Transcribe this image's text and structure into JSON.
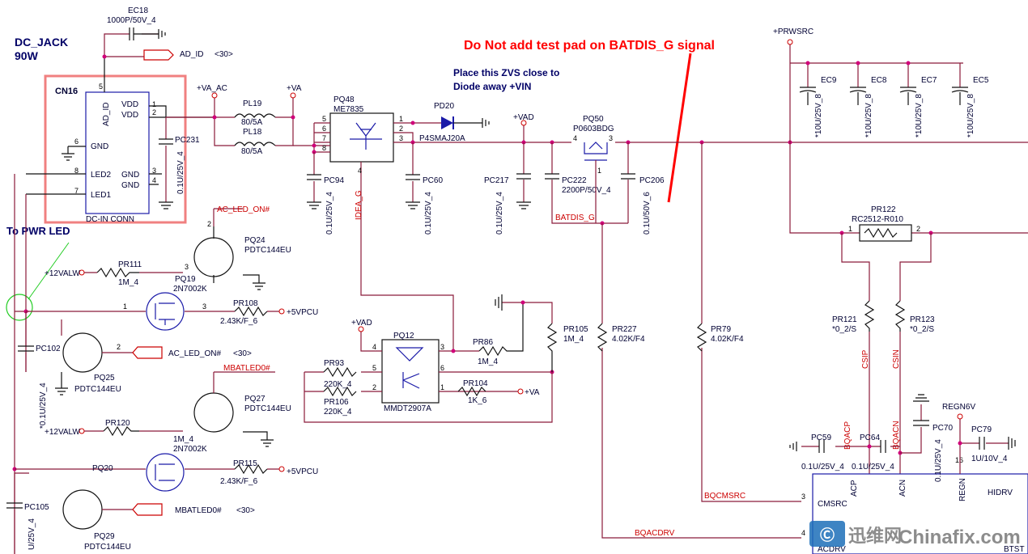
{
  "title": {
    "line1": "DC_JACK",
    "line2": "90W"
  },
  "notes": {
    "warning": "Do Not add test pad on BATDIS_G signal",
    "zvs1": "Place this ZVS close to",
    "zvs2": "Diode away +VIN",
    "pwr_led": "To PWR LED"
  },
  "connector": {
    "ref": "CN16",
    "name": "DC-IN CONN",
    "pins": {
      "ad_id": "AD_ID",
      "vdd1": "VDD",
      "vdd2": "VDD",
      "gnd": "GND",
      "led2": "LED2",
      "gnd2": "GND",
      "gnd3": "GND",
      "led1": "LED1"
    }
  },
  "nets": {
    "ad_id": "AD_ID",
    "ad_id_ref": "<30>",
    "va_ac": "+VA_AC",
    "va": "+VA",
    "vad": "+VAD",
    "prwsrc": "+PRWSRC",
    "ac_led_on": "AC_LED_ON#",
    "ac_led_on2": "AC_LED_ON#",
    "ac_led_ref": "<30>",
    "mbatled": "MBATLED0#",
    "mbatled2": "MBATLED0#",
    "mbatled_ref": "<30>",
    "v12a": "+12VALW",
    "v12b": "+12VALW",
    "v5a": "+5VPCU",
    "v5b": "+5VPCU",
    "batdis": "BATDIS_G",
    "idea_g": "IDEA_G",
    "va2": "+VA",
    "vad2": "+VAD",
    "csip": "CSIP",
    "csin": "CSIN",
    "bqacp": "BQACP",
    "bqacn": "BQACN",
    "bqcmsrc": "BQCMSRC",
    "bqacdrv": "BQACDRV",
    "regn": "REGN6V"
  },
  "parts": {
    "ec18": {
      "ref": "EC18",
      "val": "1000P/50V_4"
    },
    "pc231": {
      "ref": "PC231",
      "val": "0.1U/25V_4"
    },
    "pl19": {
      "ref": "PL19",
      "val": "80/5A"
    },
    "pl18": {
      "ref": "PL18",
      "val": "80/5A"
    },
    "pq48": {
      "ref": "PQ48",
      "val": "ME7835"
    },
    "pd20": {
      "ref": "PD20",
      "val": "P4SMAJ20A"
    },
    "pc94": {
      "ref": "PC94",
      "val": "0.1U/25V_4"
    },
    "pc60": {
      "ref": "PC60",
      "val": "0.1U/25V_4"
    },
    "pc217": {
      "ref": "PC217",
      "val": "0.1U/25V_4"
    },
    "pc222": {
      "ref": "PC222",
      "val": "2200P/50V_4"
    },
    "pq50": {
      "ref": "PQ50",
      "val": "P0603BDG"
    },
    "pc206": {
      "ref": "PC206",
      "val": "0.1U/50V_6"
    },
    "ec9": {
      "ref": "EC9",
      "val": "*10U/25V_8"
    },
    "ec8": {
      "ref": "EC8",
      "val": "*10U/25V_8"
    },
    "ec7": {
      "ref": "EC7",
      "val": "*10U/25V_8"
    },
    "ec5": {
      "ref": "EC5",
      "val": "*10U/25V_8"
    },
    "pr122": {
      "ref": "PR122",
      "val": "RC2512-R010"
    },
    "pr121": {
      "ref": "PR121",
      "val": "*0_2/S"
    },
    "pr123": {
      "ref": "PR123",
      "val": "*0_2/S"
    },
    "pq24": {
      "ref": "PQ24",
      "val": "PDTC144EU"
    },
    "pq19": {
      "ref": "PQ19",
      "val": "2N7002K"
    },
    "pr111": {
      "ref": "PR111",
      "val": "1M_4"
    },
    "pr108": {
      "ref": "PR108",
      "val": "2.43K/F_6"
    },
    "pc102": {
      "ref": "PC102",
      "val": "*0.1U/25V_4"
    },
    "pq25": {
      "ref": "PQ25",
      "val": "PDTC144EU"
    },
    "pq12": {
      "ref": "PQ12",
      "val": "MMDT2907A"
    },
    "pr86": {
      "ref": "PR86",
      "val": "1M_4"
    },
    "pr105": {
      "ref": "PR105",
      "val": "1M_4"
    },
    "pr93": {
      "ref": "PR93",
      "val": "220K_4"
    },
    "pr106": {
      "ref": "PR106",
      "val": "220K_4"
    },
    "pr104": {
      "ref": "PR104",
      "val": "1K_6"
    },
    "pr227": {
      "ref": "PR227",
      "val": "4.02K/F4"
    },
    "pr79": {
      "ref": "PR79",
      "val": "4.02K/F4"
    },
    "pq27": {
      "ref": "PQ27",
      "val": "PDTC144EU"
    },
    "pr120": {
      "ref": "PR120",
      "val": "1M_4"
    },
    "pq20": {
      "ref": "PQ20",
      "val": "2N7002K"
    },
    "pr115": {
      "ref": "PR115",
      "val": "2.43K/F_6"
    },
    "pc105": {
      "ref": "PC105",
      "val": "U/25V_4"
    },
    "pq29": {
      "ref": "PQ29",
      "val": "PDTC144EU"
    },
    "pc59": {
      "ref": "PC59",
      "val": "0.1U/25V_4"
    },
    "pc64": {
      "ref": "PC64",
      "val": "0.1U/25V_4"
    },
    "pc70": {
      "ref": "PC70",
      "val": "0.1U/25V_4"
    },
    "pc79": {
      "ref": "PC79",
      "val": "1U/10V_4"
    }
  },
  "ic": {
    "acp": "ACP",
    "acn": "ACN",
    "regn": "REGN",
    "hidrv": "HIDRV",
    "cmsrc": "CMSRC",
    "acdrv": "ACDRV",
    "btst": "BTST"
  },
  "watermark": {
    "cn": "迅维网",
    "en": "Chinafix.com"
  }
}
